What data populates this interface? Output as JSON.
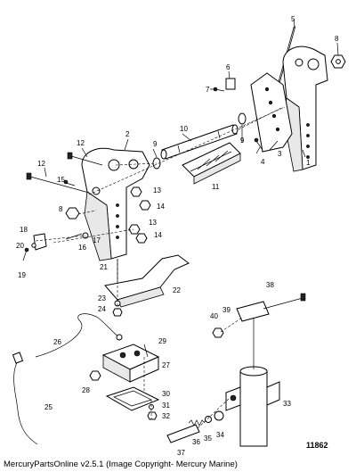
{
  "diagram": {
    "figure_number": "11862",
    "callouts": [
      "1",
      "2",
      "3",
      "4",
      "5",
      "6",
      "7",
      "8",
      "9",
      "10",
      "11",
      "12",
      "13",
      "14",
      "15",
      "16",
      "17",
      "18",
      "19",
      "20",
      "21",
      "22",
      "23",
      "24",
      "25",
      "26",
      "27",
      "28",
      "29",
      "30",
      "31",
      "32",
      "33",
      "34",
      "35",
      "36",
      "37",
      "38",
      "39",
      "40"
    ]
  },
  "caption": "MercuryPartsOnline v2.5.1 (Image Copyright- Mercury Marine)"
}
